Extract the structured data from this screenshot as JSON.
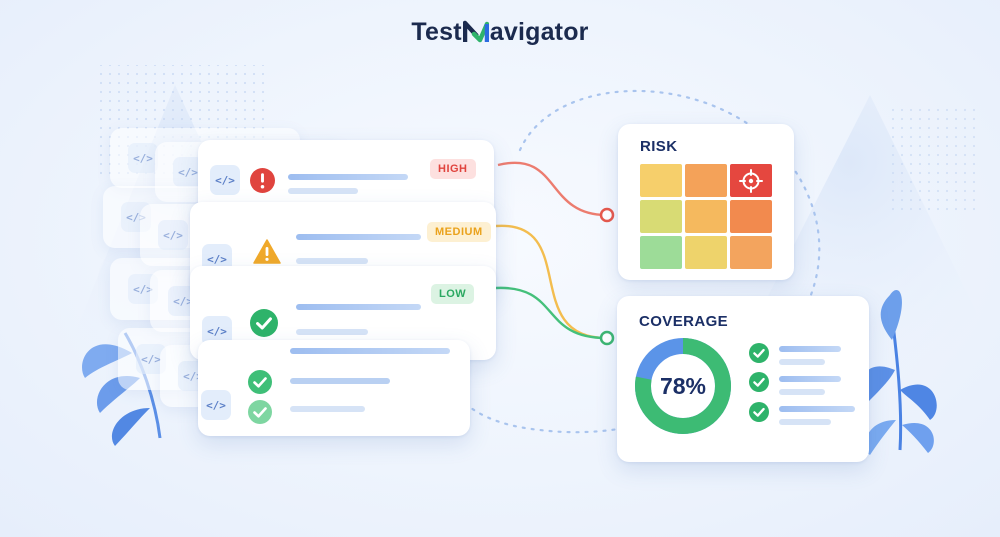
{
  "brand": {
    "prefix": "Test",
    "suffix": "avigator",
    "mark": "N"
  },
  "code_tag": "</>",
  "tests": [
    {
      "status": "error",
      "icon": "exclamation-icon",
      "badge": "HIGH",
      "level": "high",
      "color": "#e0443e"
    },
    {
      "status": "warning",
      "icon": "warning-triangle-icon",
      "badge": "MEDIUM",
      "level": "medium",
      "color": "#f0a92a"
    },
    {
      "status": "passed",
      "icon": "check-circle-icon",
      "badge": "LOW",
      "level": "low",
      "color": "#2eb36a"
    },
    {
      "status": "passed",
      "icon": "check-circle-icon",
      "badge": "",
      "level": "",
      "color": "#3fbf78"
    }
  ],
  "risk": {
    "title": "RISK",
    "cells": [
      "#f6cf6b",
      "#f4a259",
      "#e5473f",
      "#d8db74",
      "#f5b95e",
      "#f28a4e",
      "#9ddc98",
      "#eed36b",
      "#f3a45e"
    ],
    "target_icon": "crosshair-icon"
  },
  "coverage": {
    "title": "COVERAGE",
    "percent": 78,
    "percent_label": "78%",
    "colors": {
      "covered": "#3dbb74",
      "uncovered": "#5b94e8"
    },
    "items": 3,
    "item_icon": "check-circle-icon"
  },
  "colors": {
    "navy": "#1b2a4e",
    "accent_blue": "#2b6ce0",
    "accent_green": "#2fb36b"
  }
}
